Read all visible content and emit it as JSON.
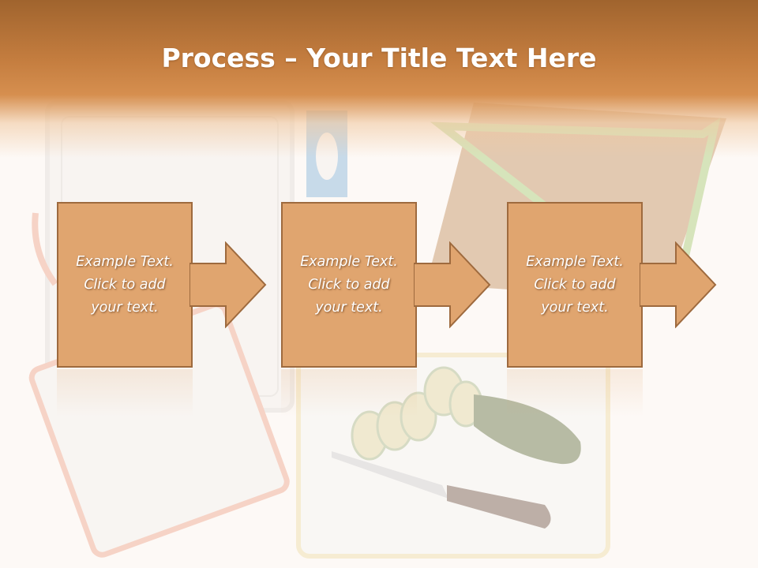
{
  "slide": {
    "title_bold": "Process",
    "title_rest": " – Your Title Text Here"
  },
  "steps": [
    {
      "text": "Example Text.\nClick  to add\nyour text."
    },
    {
      "text": "Example Text.\nClick  to add\nyour text."
    },
    {
      "text": "Example Text.\nClick  to add\nyour text."
    }
  ],
  "colors": {
    "header": "#c47d3f",
    "step_fill": "#e0a56f",
    "step_border": "#9e6a3e"
  }
}
